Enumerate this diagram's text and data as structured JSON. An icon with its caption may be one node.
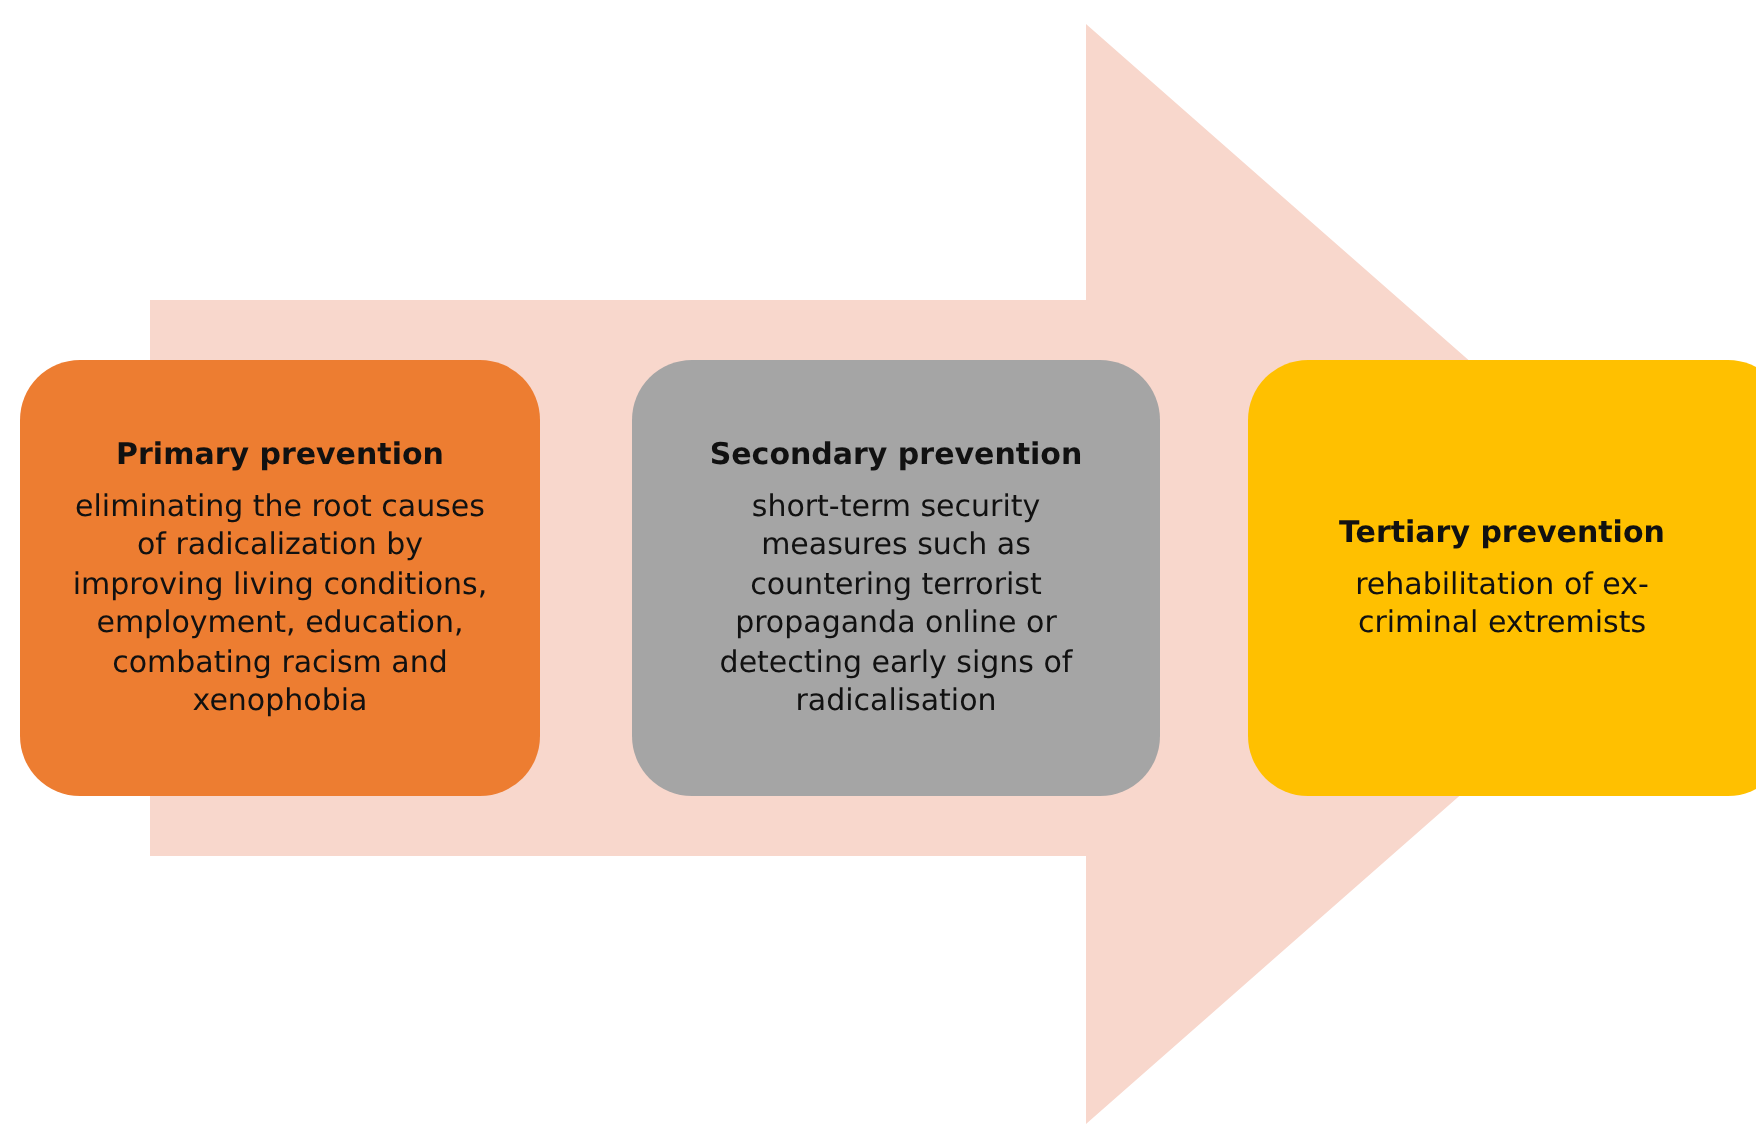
{
  "diagram": {
    "nodes": [
      {
        "text": [
          "Primary prevention",
          "eliminating the root causes of radicalization by improving living conditions, employment, education, combating racism and xenophobia"
        ]
      },
      {
        "text": [
          "Secondary prevention",
          "short-term security measures such as countering terrorist propaganda online or detecting early signs of radicalisation"
        ]
      },
      {
        "text": [
          "Tertiary prevention",
          "rehabilitation of ex-criminal extremists"
        ]
      }
    ],
    "edges": [
      {
        "from": 0,
        "to": 2,
        "arrow": "to"
      }
    ]
  }
}
